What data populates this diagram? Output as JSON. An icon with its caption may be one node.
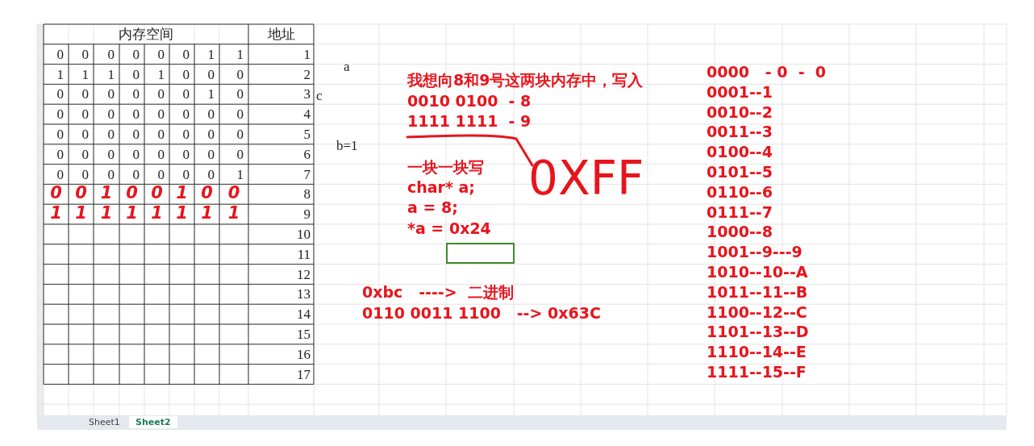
{
  "diagram": {
    "nodes": [
      {
        "text": [
          "1111 1111  - 9"
        ]
      },
      {
        "text": [
          "0XFF"
        ]
      }
    ],
    "edges": [
      {
        "from": 0,
        "to": 1,
        "arrow": "none"
      }
    ],
    "labels": [
      "内存空间",
      "地址",
      "0",
      "0",
      "0",
      "0",
      "0",
      "0",
      "1",
      "1",
      "1",
      "1",
      "1",
      "1",
      "0",
      "1",
      "0",
      "0",
      "0",
      "2",
      "0",
      "0",
      "0",
      "0",
      "0",
      "0",
      "1",
      "0",
      "3",
      "0",
      "0",
      "0",
      "0",
      "0",
      "0",
      "0",
      "0",
      "4",
      "0",
      "0",
      "0",
      "0",
      "0",
      "0",
      "0",
      "0",
      "5",
      "0",
      "0",
      "0",
      "0",
      "0",
      "0",
      "0",
      "0",
      "6",
      "0",
      "0",
      "0",
      "0",
      "0",
      "0",
      "0",
      "1",
      "7",
      "0",
      "0",
      "1",
      "0",
      "0",
      "1",
      "0",
      "0",
      "8",
      "1",
      "1",
      "1",
      "1",
      "1",
      "1",
      "1",
      "1",
      "9",
      "10",
      "11",
      "12",
      "13",
      "14",
      "15",
      "16",
      "17",
      "a",
      "c",
      "b=1",
      "我想向8和9号这两块内存中，写入",
      "0010 0100  - 8",
      "一块一块写",
      "char* a;",
      "a = 8;",
      "*a = 0x24",
      "0xbc   ---->  二进制",
      "0110 0011 1100   --> 0x63C",
      "0000   - 0  -  0",
      "0001--1",
      "0010--2",
      "0011--3",
      "0100--4",
      "0101--5",
      "0110--6",
      "0111--7",
      "1000--8",
      "1001--9---9",
      "1010--10--A",
      "1011--11--B",
      "1100--12--C",
      "1101--13--D",
      "1110--14--E",
      "1111--15--F",
      "Sheet1",
      "Sheet2"
    ]
  }
}
